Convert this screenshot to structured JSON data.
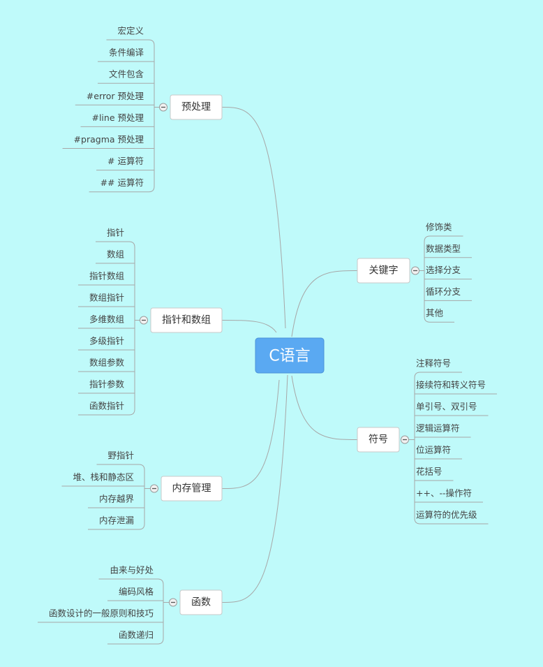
{
  "colors": {
    "background": "#bffafa",
    "central_fill": "#5aa9f2",
    "central_text": "#ffffff",
    "node_fill": "#ffffff",
    "node_border": "#c8c8c8",
    "line": "#a7a7a7",
    "text": "#333333",
    "leaf_text": "#444444"
  },
  "root": {
    "label": "C语言"
  },
  "branches": [
    {
      "label": "预处理",
      "side": "left",
      "children": [
        "宏定义",
        "条件编译",
        "文件包含",
        "#error 预处理",
        "#line 预处理",
        "#pragma 预处理",
        "# 运算符",
        "## 运算符"
      ]
    },
    {
      "label": "指针和数组",
      "side": "left",
      "children": [
        "指针",
        "数组",
        "指针数组",
        "数组指针",
        "多维数组",
        "多级指针",
        "数组参数",
        "指针参数",
        "函数指针"
      ]
    },
    {
      "label": "内存管理",
      "side": "left",
      "children": [
        "野指针",
        "堆、栈和静态区",
        "内存越界",
        "内存泄漏"
      ]
    },
    {
      "label": "函数",
      "side": "left",
      "children": [
        "由来与好处",
        "编码风格",
        "函数设计的一般原则和技巧",
        "函数递归"
      ]
    },
    {
      "label": "关键字",
      "side": "right",
      "children": [
        "修饰类",
        "数据类型",
        "选择分支",
        "循环分支",
        "其他"
      ]
    },
    {
      "label": "符号",
      "side": "right",
      "children": [
        "注释符号",
        "接续符和转义符号",
        "单引号、双引号",
        "逻辑运算符",
        "位运算符",
        "花括号",
        "++、--操作符",
        "运算符的优先级"
      ]
    }
  ]
}
